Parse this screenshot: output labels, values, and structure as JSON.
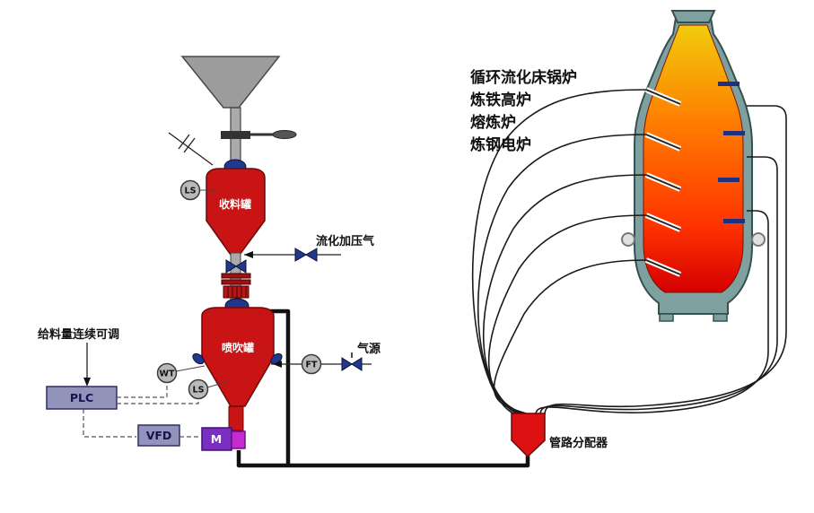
{
  "diagram": {
    "feed_note": "给料量连续可调",
    "plc": "PLC",
    "vfd": "VFD",
    "motor": "M",
    "receiving_tank": "收料罐",
    "injection_tank": "喷吹罐",
    "fluidizing_gas": "流化加压气",
    "gas_source": "气源",
    "distributor": "管路分配器",
    "ls_top": "LS",
    "ls_bottom": "LS",
    "wt": "WT",
    "ft": "FT",
    "applications": [
      "循环流化床锅炉",
      "炼铁高炉",
      "熔炼炉",
      "炼钢电炉"
    ]
  },
  "colors": {
    "vessel_red": "#c81414",
    "valve_blue": "#22388c",
    "furnace_shell": "#7fa0a0",
    "flame_top": "#f2cc0c",
    "flame_mid": "#ff7a00",
    "flame_bottom": "#d40000",
    "distributor_red": "#dd1111",
    "control_box": "#9193bb",
    "motor_purple": "#7b2fbe",
    "feeder_magenta": "#c52bd0",
    "hopper_gray": "#9c9c9c",
    "sensor_gray": "#b9b9b9"
  }
}
